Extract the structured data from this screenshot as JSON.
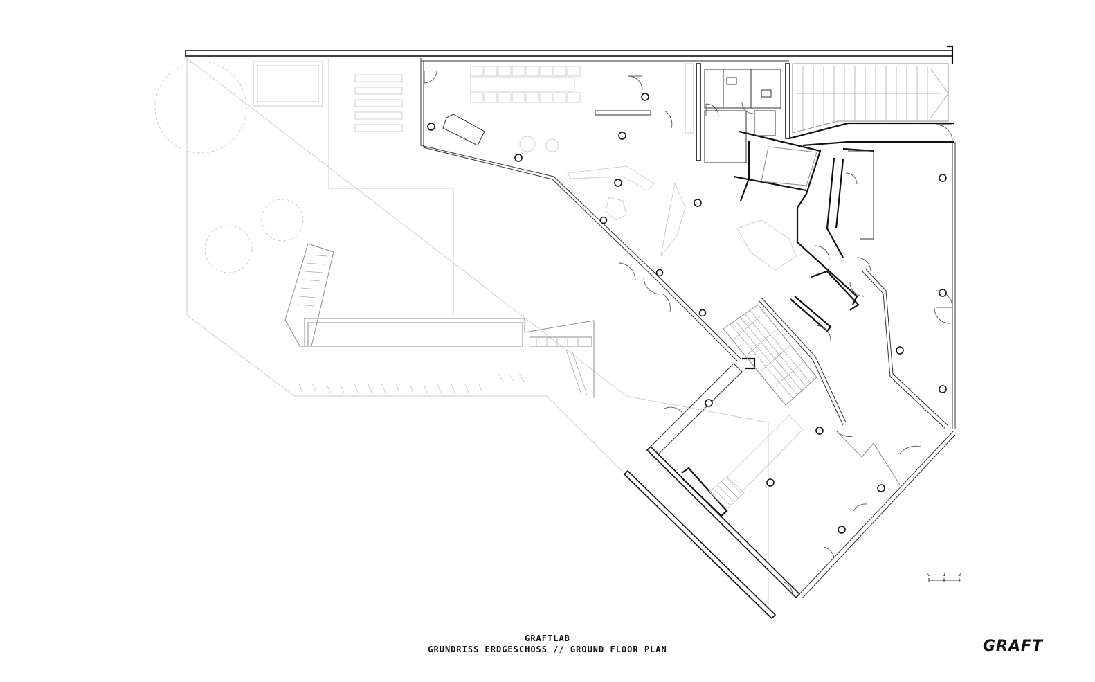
{
  "drawing": {
    "project": "GRAFTLAB",
    "title": "GRUNDRISS ERDGESCHOSS // GROUND FLOOR PLAN",
    "logo": "GRAFT",
    "scale_bar": {
      "labels": [
        "0",
        "1",
        "2"
      ]
    }
  },
  "colors": {
    "wall": "#111111",
    "context": "#cfcfcf",
    "background": "#ffffff"
  }
}
